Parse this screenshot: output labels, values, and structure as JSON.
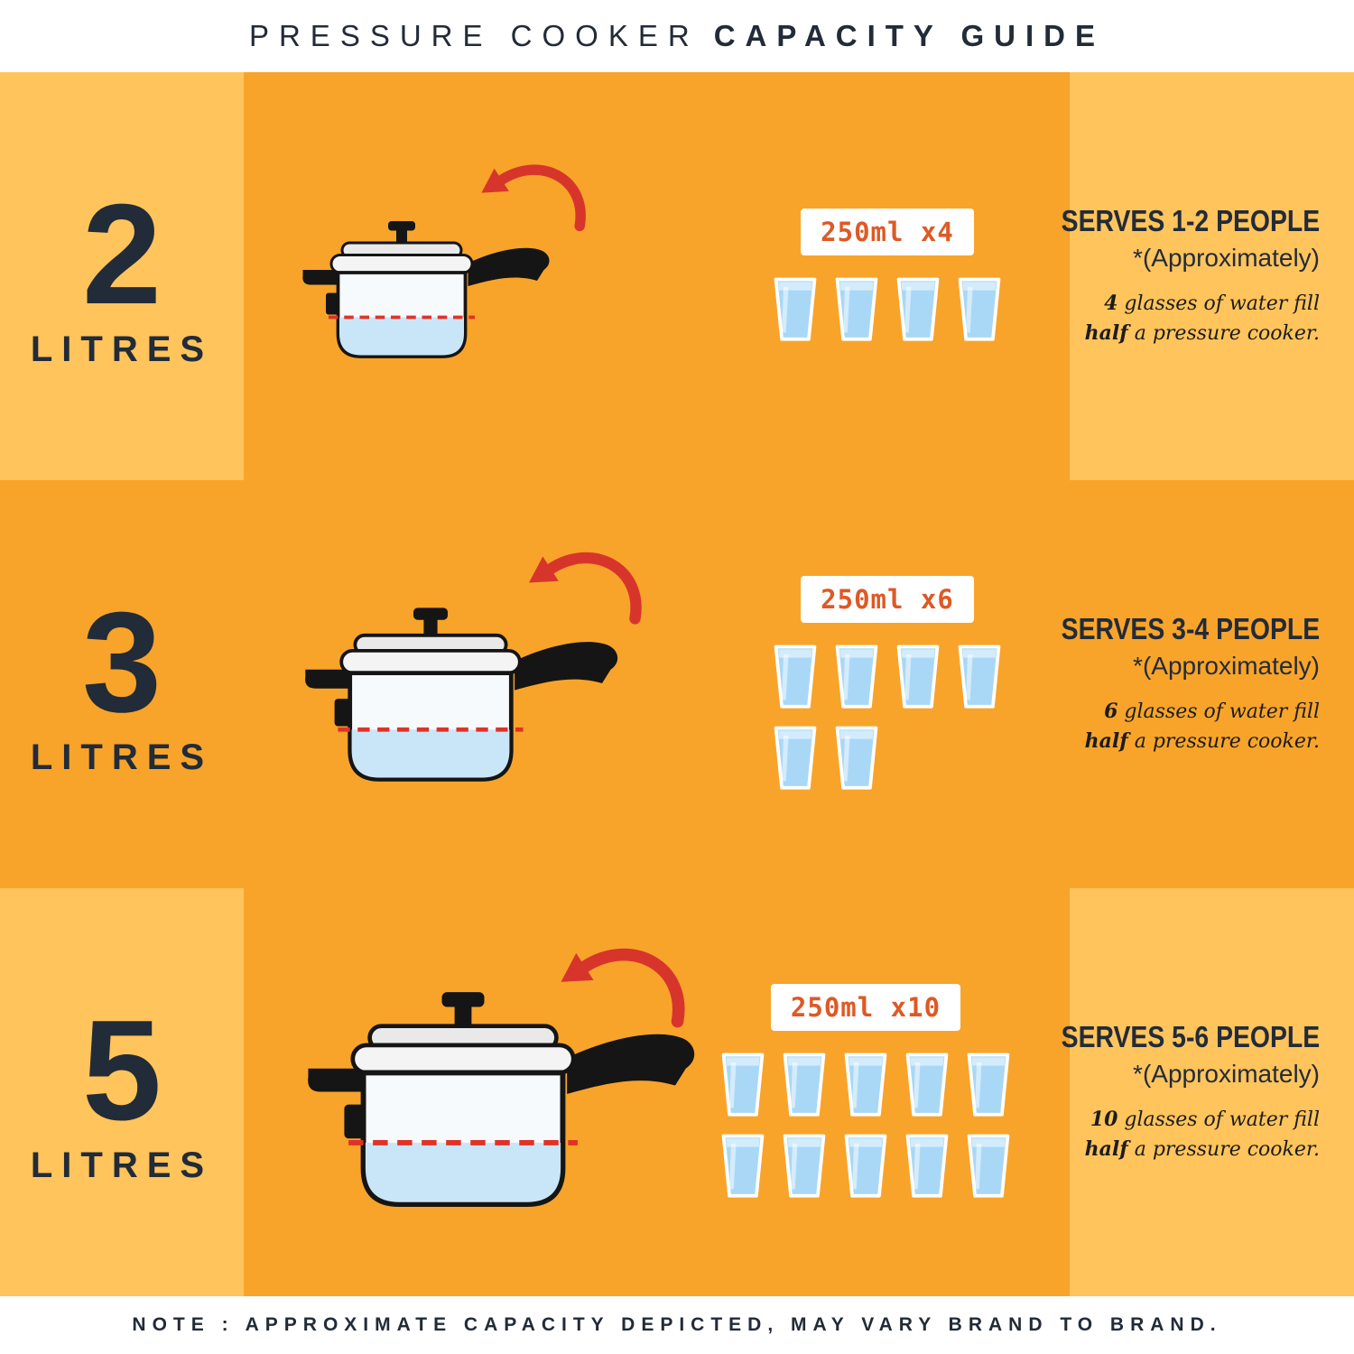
{
  "header": {
    "title_regular": "PRESSURE COOKER",
    "title_bold": "CAPACITY GUIDE"
  },
  "colors": {
    "light_orange": "#FFC45C",
    "dark_orange": "#F8A42A",
    "navy_text": "#222B38",
    "badge_text": "#DE5926",
    "arrow_red": "#D7352B",
    "water_blue": "#A9D8F6"
  },
  "rows": [
    {
      "size_number": "2",
      "size_unit": "LITRES",
      "badge": "250ml x4",
      "glasses_total": 4,
      "glass_rows": [
        4
      ],
      "serves": "SERVES 1-2 PEOPLE",
      "approx": "*(Approximately)",
      "note_count": "4",
      "note_line1": " glasses of water fill",
      "note_half": "half",
      "note_line2": " a pressure cooker."
    },
    {
      "size_number": "3",
      "size_unit": "LITRES",
      "badge": "250ml x6",
      "glasses_total": 6,
      "glass_rows": [
        4,
        2
      ],
      "serves": "SERVES 3-4 PEOPLE",
      "approx": "*(Approximately)",
      "note_count": "6",
      "note_line1": " glasses of water fill",
      "note_half": "half",
      "note_line2": " a pressure cooker."
    },
    {
      "size_number": "5",
      "size_unit": "LITRES",
      "badge": "250ml x10",
      "glasses_total": 10,
      "glass_rows": [
        5,
        5
      ],
      "serves": "SERVES 5-6 PEOPLE",
      "approx": "*(Approximately)",
      "note_count": "10",
      "note_line1": " glasses of water fill",
      "note_half": "half",
      "note_line2": " a pressure cooker."
    }
  ],
  "footer": {
    "note": "NOTE : APPROXIMATE CAPACITY DEPICTED, MAY VARY BRAND TO BRAND."
  }
}
